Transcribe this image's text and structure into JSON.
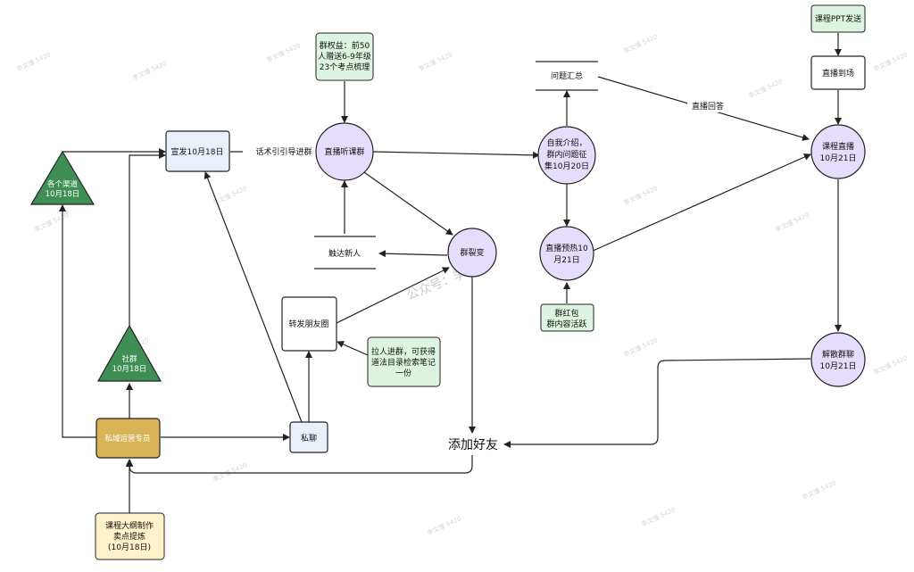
{
  "colors": {
    "green_dark": "#3f8f55",
    "green_light": "#ddf5e0",
    "purple": "#e6dcfb",
    "box_blue": "#eaf0fb",
    "gold": "#d8b457",
    "cream": "#fff1c9",
    "stroke": "#222222"
  },
  "nodes": {
    "channels": [
      "各个渠道",
      "10月18日"
    ],
    "community": [
      "社群",
      "10月18日"
    ],
    "private_ops": [
      "私域运营专员"
    ],
    "syllabus": [
      "课程大纲制作",
      "卖点提炼",
      "(10月18日)"
    ],
    "announce": [
      "宣发10月18日"
    ],
    "live_group": [
      "直播听课群"
    ],
    "group_benefit": [
      "群权益：前50",
      "人赠送6-9年级",
      "23个考点梳理"
    ],
    "reach_new": [
      "触达新人"
    ],
    "group_fission": [
      "群裂变"
    ],
    "repost": [
      "转发朋友圈"
    ],
    "invite_reward": [
      "拉人进群，可获得",
      "道法目录检索笔记",
      "一份"
    ],
    "private_chat": [
      "私聊"
    ],
    "add_friend": [
      "添加好友"
    ],
    "question_summary": [
      "问题汇总"
    ],
    "self_intro": [
      "自我介绍，",
      "群内问题征",
      "集10月20日"
    ],
    "live_warmup": [
      "直播预热10",
      "月21日"
    ],
    "red_packet": [
      "群红包",
      "群内容活跃"
    ],
    "ppt_send": [
      "课程PPT发送"
    ],
    "live_arrive": [
      "直播到场"
    ],
    "course_live": [
      "课程直播",
      "10月21日"
    ],
    "disband": [
      "解散群聊",
      "10月21日"
    ]
  },
  "edge_labels": {
    "script_guide": "话术引引导进群",
    "live_answer": "直播回答"
  },
  "watermark": {
    "main": "公众号：李文懂",
    "small": "李文懂 5420"
  }
}
